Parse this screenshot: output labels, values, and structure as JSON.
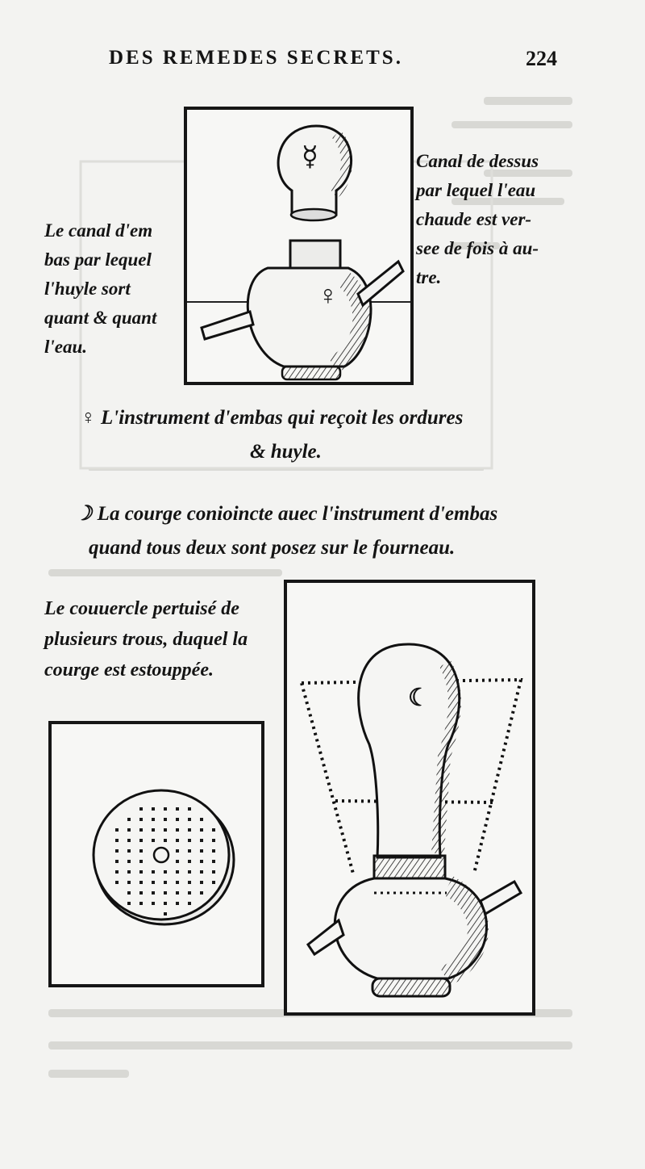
{
  "header": {
    "running_title": "DES REMEDES SECRETS.",
    "page_number": "224"
  },
  "top_figure": {
    "left_note": [
      "Le canal d'em",
      "bas par lequel",
      "l'huyle sort",
      "quant & quant",
      "l'eau."
    ],
    "right_note": [
      "Canal de dessus",
      "par lequel l'eau",
      "chaude est ver-",
      "see de fois à au-",
      "tre."
    ],
    "upper_vessel_symbol": "☿",
    "lower_vessel_symbol": "♀"
  },
  "caption_venus": {
    "symbol": "♀",
    "line1": "L'instrument d'embas qui reçoit les ordures",
    "line2": "& huyle."
  },
  "caption_moon": {
    "symbol": "☽",
    "line1": "La courge conioincte auec l'instrument d'embas",
    "line2": "quand tous deux sont posez sur le fourneau."
  },
  "lid_note": [
    "Le couuercle pertuisé de",
    "plusieurs trous, duquel la",
    "courge est estouppée."
  ],
  "assembled_figure": {
    "symbol": "☾"
  }
}
